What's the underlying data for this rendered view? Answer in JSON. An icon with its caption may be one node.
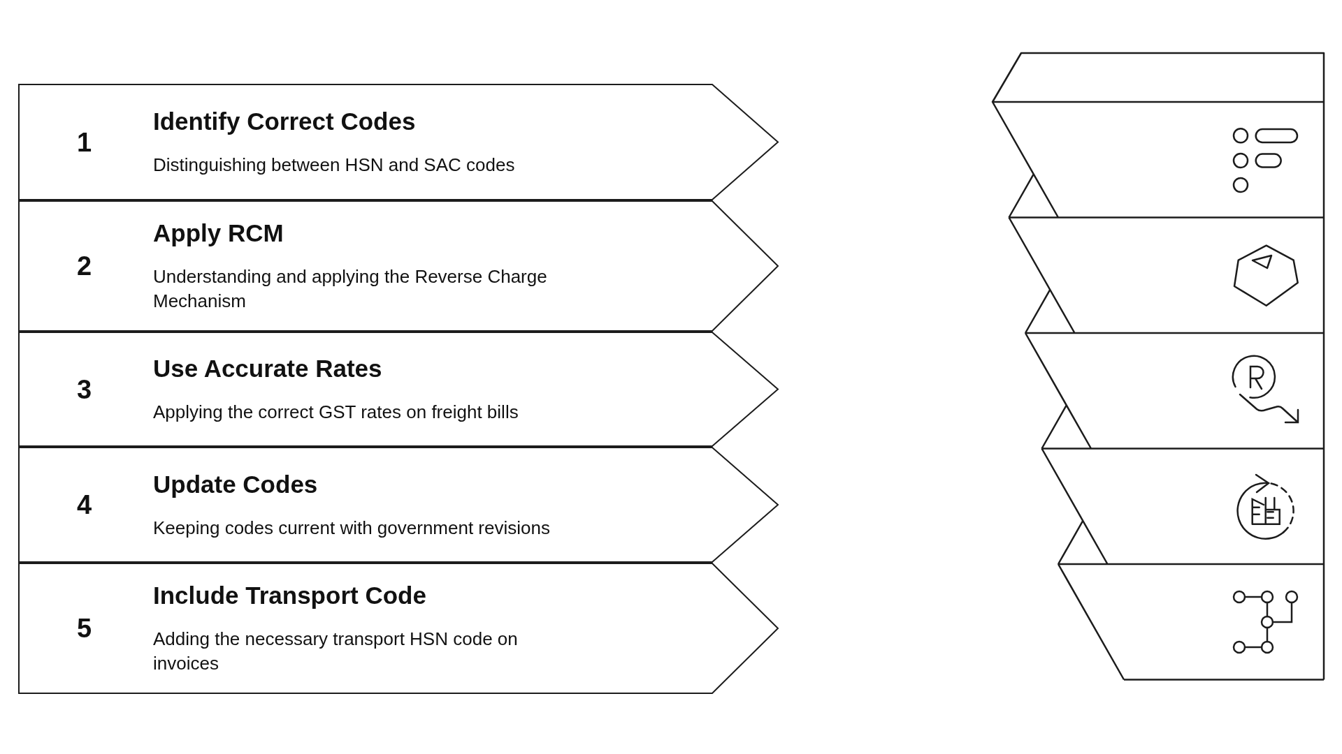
{
  "diagram": {
    "nodes": [
      {
        "text": [
          "1",
          "Identify Correct Codes",
          "Distinguishing between HSN and SAC codes"
        ]
      },
      {
        "text": [
          "2",
          "Apply RCM",
          "Understanding and applying the Reverse Charge Mechanism"
        ]
      },
      {
        "text": [
          "3",
          "Use Accurate Rates",
          "Applying the correct GST rates on freight bills"
        ]
      },
      {
        "text": [
          "4",
          "Update Codes",
          "Keeping codes current with government revisions"
        ]
      },
      {
        "text": [
          "5",
          "Include Transport Code",
          "Adding the necessary transport HSN code on invoices"
        ]
      }
    ]
  }
}
